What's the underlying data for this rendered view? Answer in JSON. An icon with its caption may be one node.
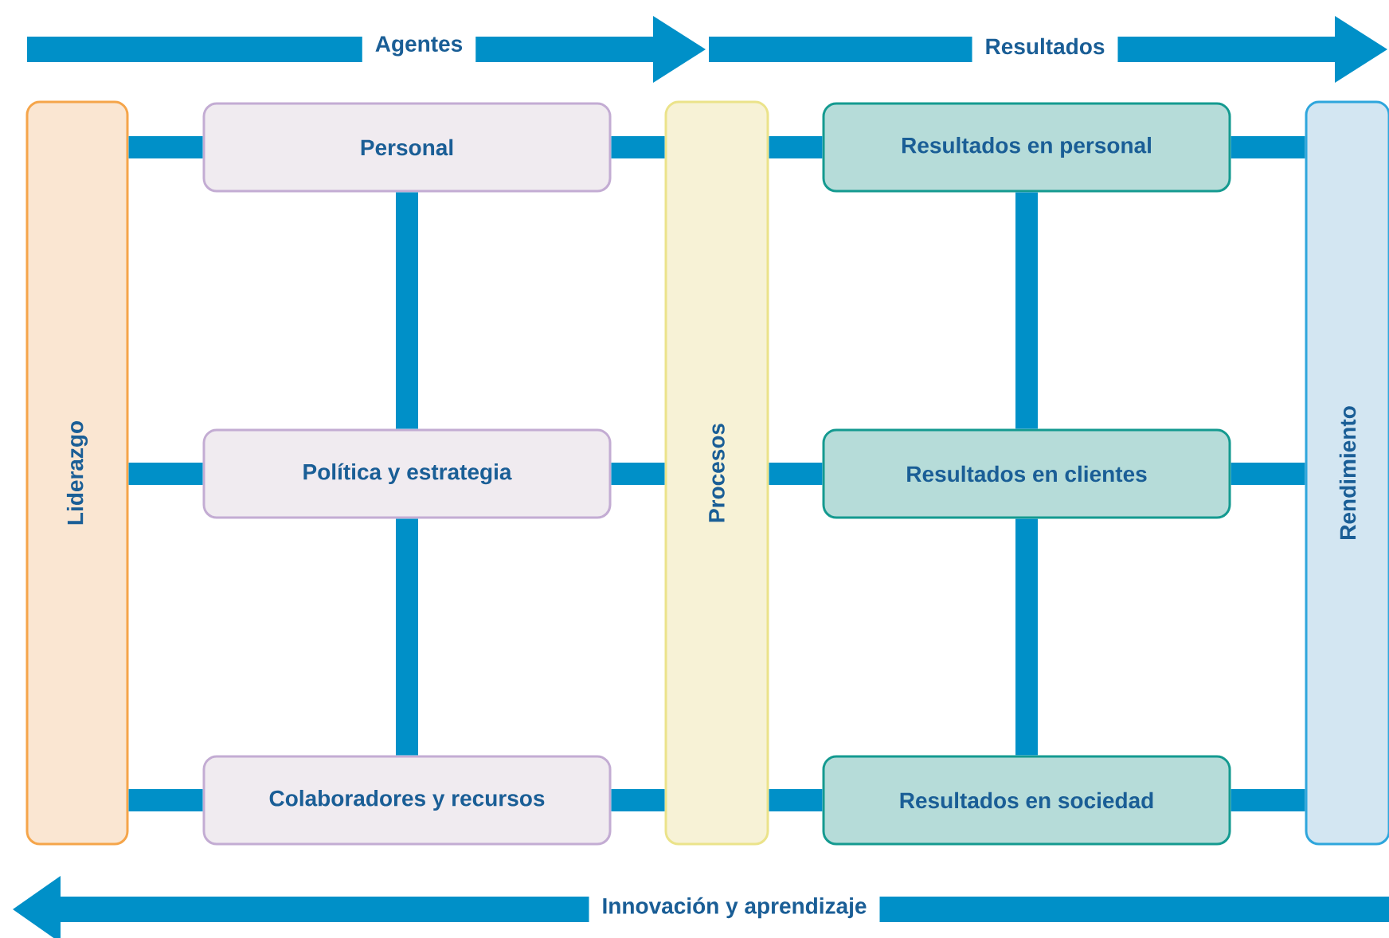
{
  "diagram": {
    "nodes": [
      {
        "text": [
          "Liderazgo"
        ]
      },
      {
        "text": [
          "Personal"
        ]
      },
      {
        "text": [
          "Política y estrategia"
        ]
      },
      {
        "text": [
          "Colaboradores y recursos"
        ]
      },
      {
        "text": [
          "Procesos"
        ]
      },
      {
        "text": [
          "Resultados en personal"
        ]
      },
      {
        "text": [
          "Resultados en clientes"
        ]
      },
      {
        "text": [
          "Resultados en sociedad"
        ]
      },
      {
        "text": [
          "Rendimiento"
        ]
      }
    ],
    "edges": [
      {
        "from": 0,
        "to": 1,
        "arrow": "none"
      },
      {
        "from": 0,
        "to": 2,
        "arrow": "none"
      },
      {
        "from": 0,
        "to": 3,
        "arrow": "none"
      },
      {
        "from": 1,
        "to": 2,
        "arrow": "none"
      },
      {
        "from": 2,
        "to": 3,
        "arrow": "none"
      },
      {
        "from": 1,
        "to": 4,
        "arrow": "none"
      },
      {
        "from": 2,
        "to": 4,
        "arrow": "none"
      },
      {
        "from": 3,
        "to": 4,
        "arrow": "none"
      },
      {
        "from": 4,
        "to": 5,
        "arrow": "none"
      },
      {
        "from": 4,
        "to": 6,
        "arrow": "none"
      },
      {
        "from": 4,
        "to": 7,
        "arrow": "none"
      },
      {
        "from": 5,
        "to": 6,
        "arrow": "none"
      },
      {
        "from": 6,
        "to": 7,
        "arrow": "none"
      },
      {
        "from": 5,
        "to": 8,
        "arrow": "none"
      },
      {
        "from": 6,
        "to": 8,
        "arrow": "none"
      },
      {
        "from": 7,
        "to": 8,
        "arrow": "none"
      }
    ],
    "labels": [
      "Agentes",
      "Resultados",
      "Innovación y aprendizaje"
    ]
  }
}
